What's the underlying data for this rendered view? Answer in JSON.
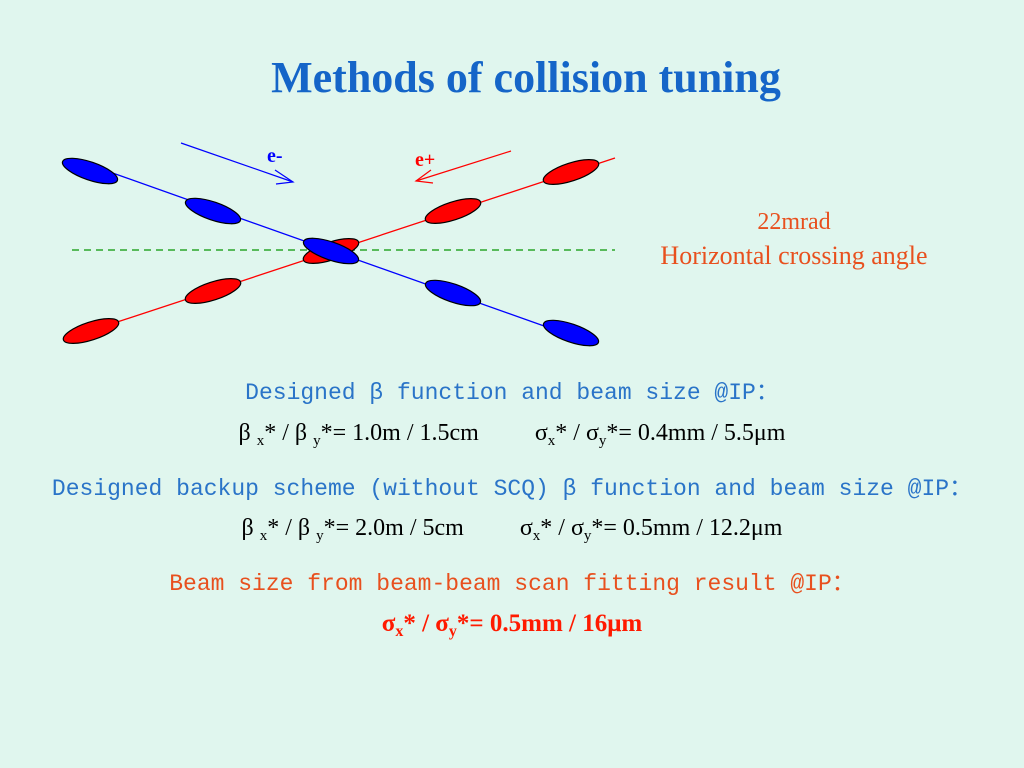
{
  "slide": {
    "title": "Methods of collision tuning",
    "labels": {
      "electron": "e-",
      "positron": "e+",
      "angle_value": "22mrad",
      "angle_caption": "Horizontal crossing angle"
    },
    "colors": {
      "electron_beam": "#0000ff",
      "positron_beam": "#ff0000",
      "axis": "#2aa62a",
      "title": "#1565c8"
    },
    "designed": {
      "heading": "Designed β function and beam size @IP：",
      "beta_prefix": "β ",
      "beta_sub_x": "x",
      "beta_mid": "* / β ",
      "beta_sub_y": "y",
      "beta_value": "*= 1.0m / 1.5cm",
      "sigma_prefix": "σ",
      "sigma_sub_x": "x",
      "sigma_mid": "* / σ",
      "sigma_sub_y": "y",
      "sigma_value": "*= 0.4mm / 5.5μm"
    },
    "backup": {
      "heading": "Designed backup scheme (without SCQ) β function and beam size @IP：",
      "beta_prefix": "β ",
      "beta_sub_x": "x",
      "beta_mid": "* / β ",
      "beta_sub_y": "y",
      "beta_value": "*= 2.0m / 5cm",
      "sigma_prefix": "σ",
      "sigma_sub_x": "x",
      "sigma_mid": "* / σ",
      "sigma_sub_y": "y",
      "sigma_value": "*= 0.5mm / 12.2μm"
    },
    "scan": {
      "heading": "Beam size from beam-beam scan fitting result @IP：",
      "sigma_prefix": "σ",
      "sigma_sub_x": "x",
      "sigma_mid": "* / σ",
      "sigma_sub_y": "y",
      "sigma_value": "*= 0.5mm / 16μm"
    }
  }
}
